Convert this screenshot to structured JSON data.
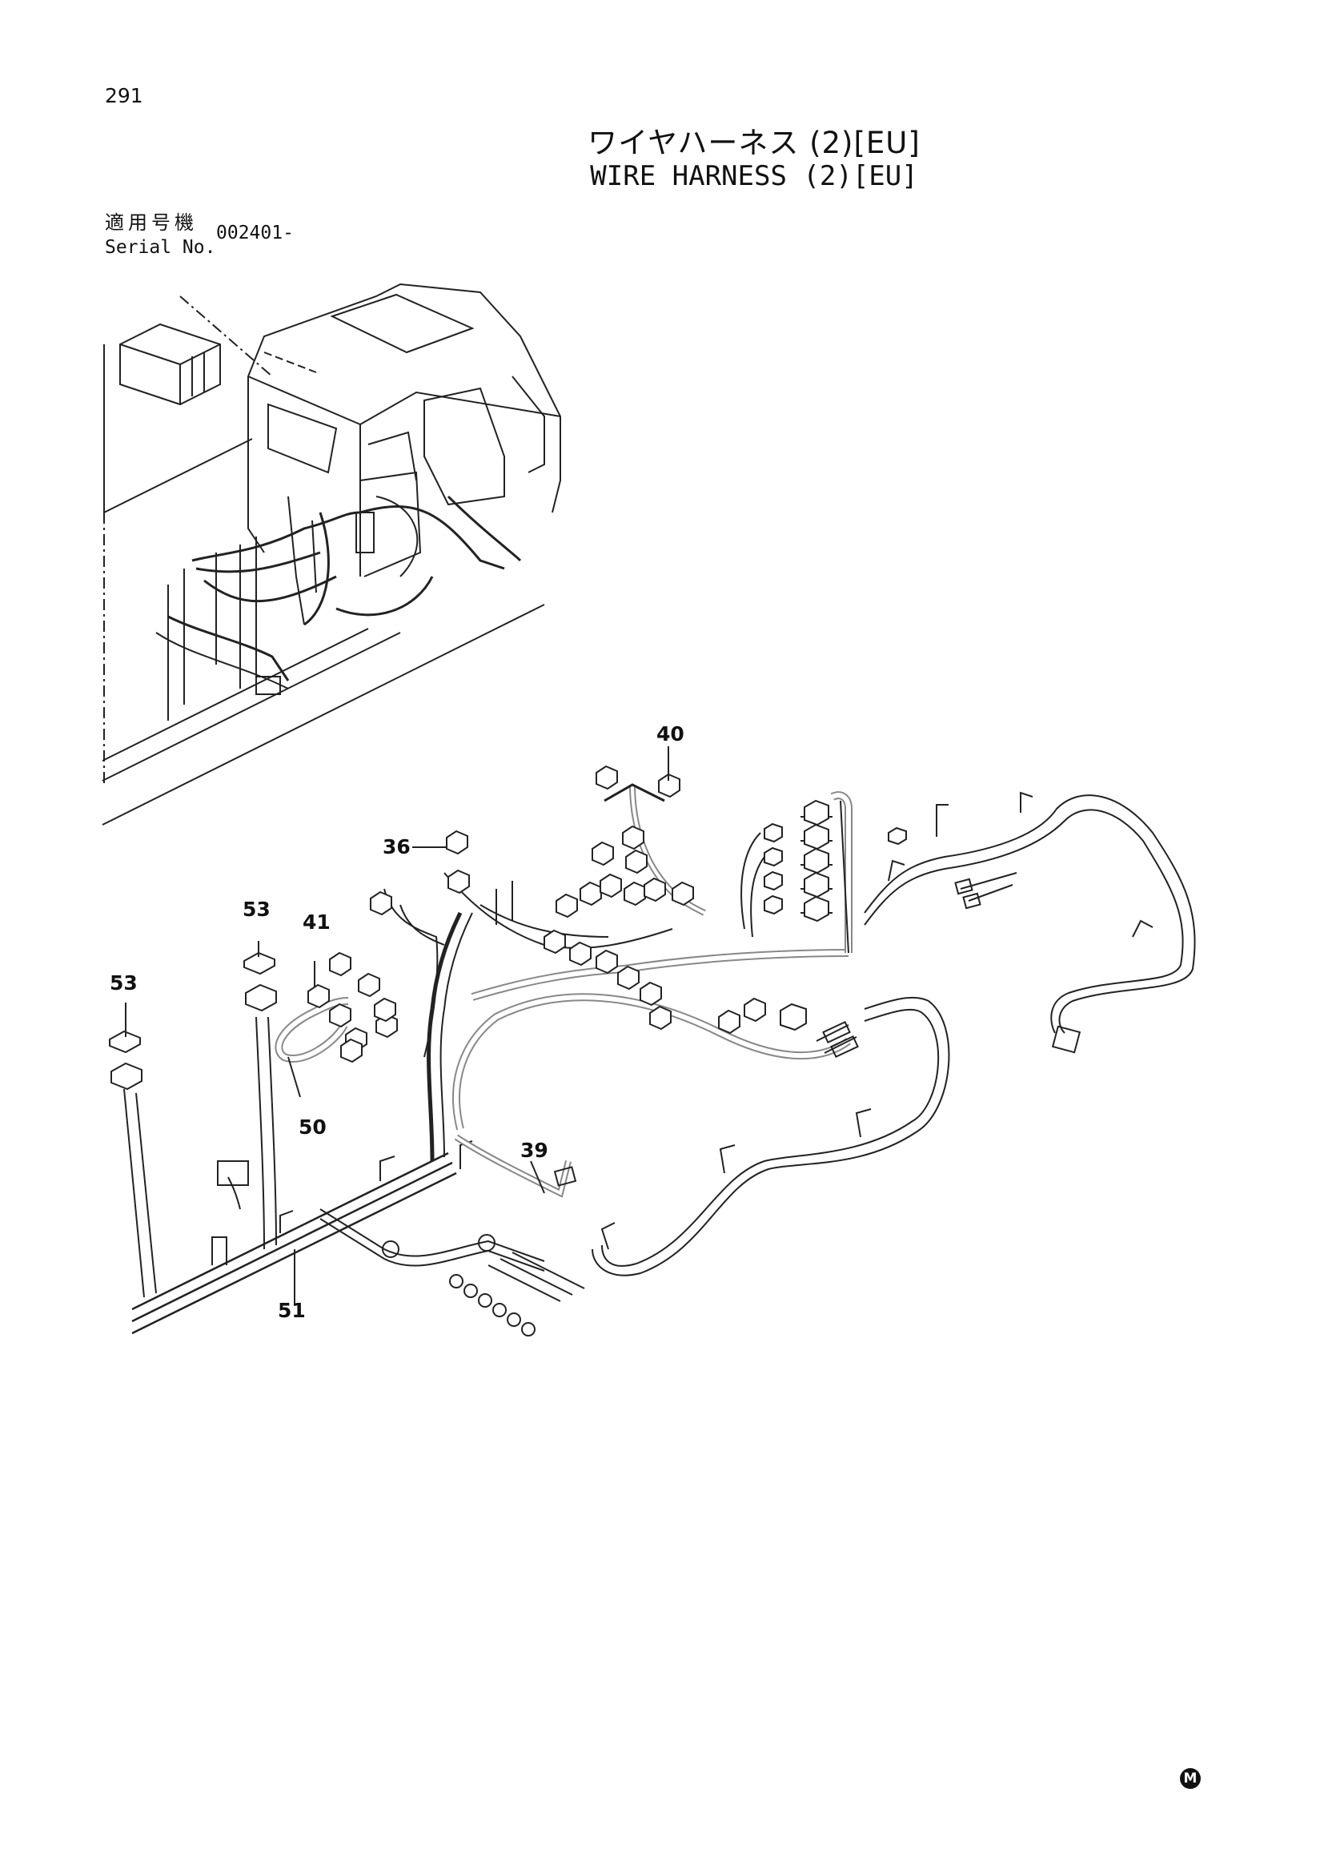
{
  "page_number": "291",
  "title_jp": "ワイヤハーネス (2)[EU]",
  "title_en": "WIRE HARNESS (2)[EU]",
  "serial_label_jp": "適用号機",
  "serial_label_en": "Serial No.",
  "serial_value": "002401-",
  "callouts": [
    "40",
    "36",
    "53",
    "41",
    "53",
    "50",
    "39",
    "51"
  ],
  "mark": "M"
}
